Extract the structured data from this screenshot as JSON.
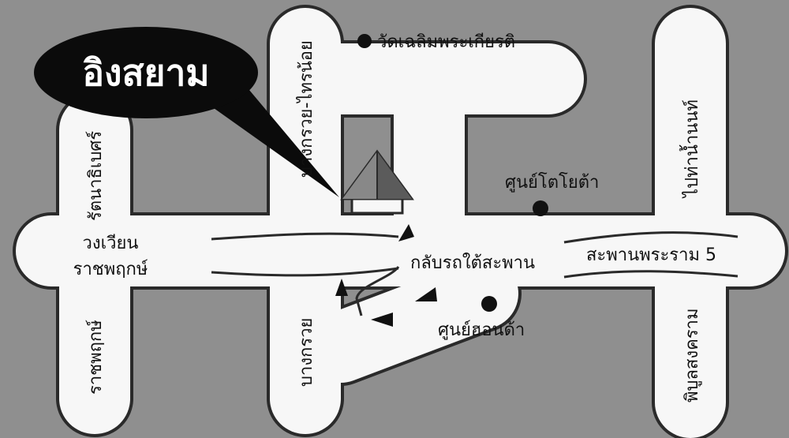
{
  "map": {
    "title": "อิงสยาม",
    "colors": {
      "background": "#8f8f8f",
      "road": "#f7f7f7",
      "road_outline": "#2a2a2a",
      "callout": "#0b0b0b",
      "marker": "#111111"
    },
    "roads": {
      "ratchathewi_vertical_top": "รัตนาธิเบศร์",
      "ratchaphruek": "ราชพฤกษ์",
      "bang_kruai_sai_noi": "บางกรวย-ไทรน้อย",
      "bang_kruai": "บางกรวย",
      "phra_nang_klao": "ไปท่าน้ำนนท์",
      "phibun_songkhram": "พิบูลสงคราม",
      "rama5_bridge": "สะพานพระราม 5",
      "uturn": "กลับรถใต้สะพาน",
      "roundabout_line1": "วงเวียน",
      "roundabout_line2": "ราชพฤกษ์"
    },
    "landmarks": {
      "temple": "วัดเฉลิมพระเกียรติ",
      "toyota": "ศูนย์โตโยต้า",
      "honda": "ศูนย์ฮอนด้า"
    }
  }
}
